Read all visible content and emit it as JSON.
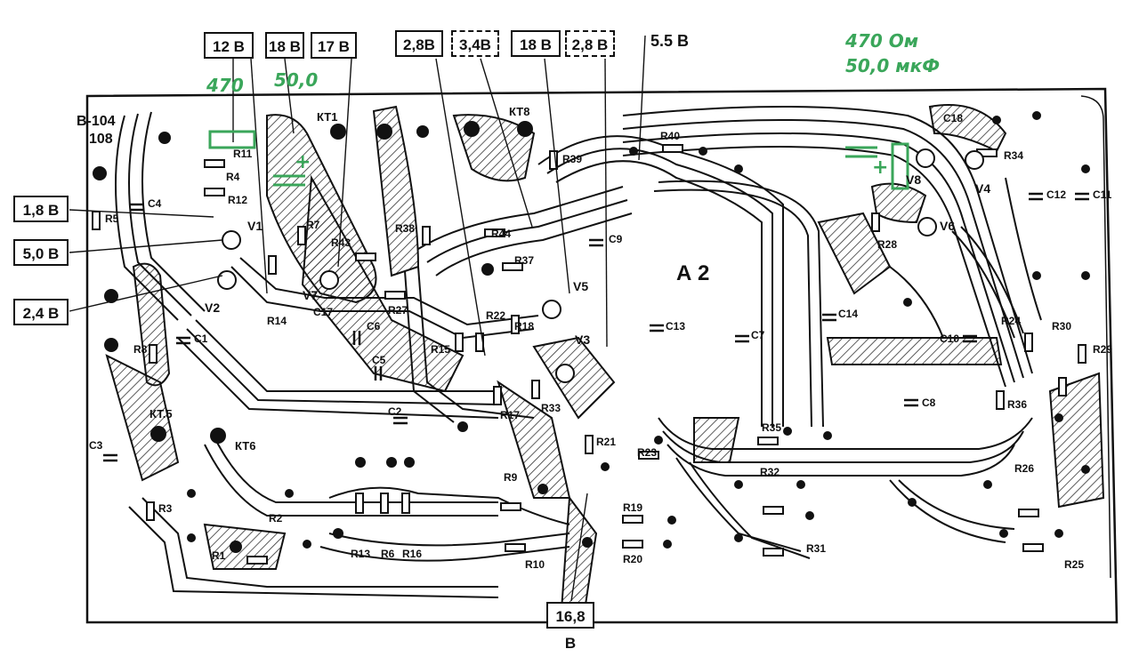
{
  "voltage_labels": {
    "v12": "12 В",
    "v18a": "18 В",
    "v17": "17 В",
    "v28a": "2,8В",
    "v34": "3,4В",
    "v18b": "18 В",
    "v28b": "2,8 В",
    "v55": "5.5 В",
    "v18": "1,8 В",
    "v50": "5,0 В",
    "v24": "2,4 В",
    "v16": "16,8 В"
  },
  "annotations": {
    "r470_left": "470",
    "c50_left": "50,0",
    "r470_right": "470 Ом",
    "c50_right": "50,0 мкФ",
    "plus_left": "+",
    "plus_right": "+"
  },
  "board": {
    "id_line1": "В-104",
    "id_line2": "108",
    "block": "А 2",
    "kt1": "КТ1",
    "kt5": "КТ.5",
    "kt6": "КТ6",
    "kt8": "КТ8"
  },
  "components": {
    "r": [
      "R1",
      "R2",
      "R3",
      "R4",
      "R5",
      "R7",
      "R8",
      "R9",
      "R10",
      "R11",
      "R12",
      "R13",
      "R14",
      "R15",
      "R16",
      "R17",
      "R18",
      "R19",
      "R20",
      "R21",
      "R22",
      "R23",
      "R24",
      "R25",
      "R26",
      "R27",
      "R28",
      "R29",
      "R30",
      "R31",
      "R32",
      "R33",
      "R34",
      "R35",
      "R36",
      "R37",
      "R38",
      "R39",
      "R40",
      "R43",
      "R44",
      "R6"
    ],
    "c": [
      "C1",
      "C2",
      "C3",
      "C4",
      "C5",
      "C6",
      "C7",
      "C8",
      "C9",
      "C10",
      "C11",
      "C12",
      "C13",
      "C14",
      "C17",
      "C18"
    ],
    "v": [
      "V1",
      "V2",
      "V3",
      "V4",
      "V5",
      "V6",
      "V7",
      "V8"
    ]
  },
  "colors": {
    "ink": "#111111",
    "green": "#3aa65a",
    "paper": "#ffffff",
    "hatch": "#555555"
  }
}
